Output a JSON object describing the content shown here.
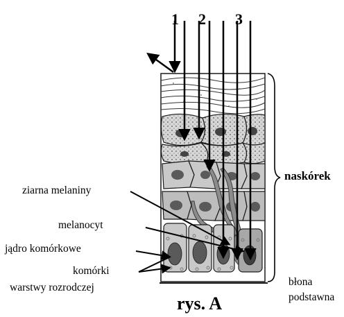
{
  "arrow_numbers": [
    "1",
    "2",
    "3"
  ],
  "labels": {
    "naskorek": "naskórek",
    "ziarna": "ziarna melaniny",
    "melanocyt": "melanocyt",
    "jadro": "jądro komórkowe",
    "komorki_1": "komórki",
    "komorki_2": "warstwy rozrodczej",
    "blona_1": "błona",
    "blona_2": "podstawna"
  },
  "caption": "rys. A",
  "colors": {
    "outline": "#1a1a1a",
    "cytoplasm_light": "#f2f2f2",
    "cytoplasm_mid": "#c9c9c9",
    "cytoplasm_dark": "#a8a8a8",
    "nucleus": "#5a5a5a",
    "melanocyte": "#8c8c8c"
  }
}
